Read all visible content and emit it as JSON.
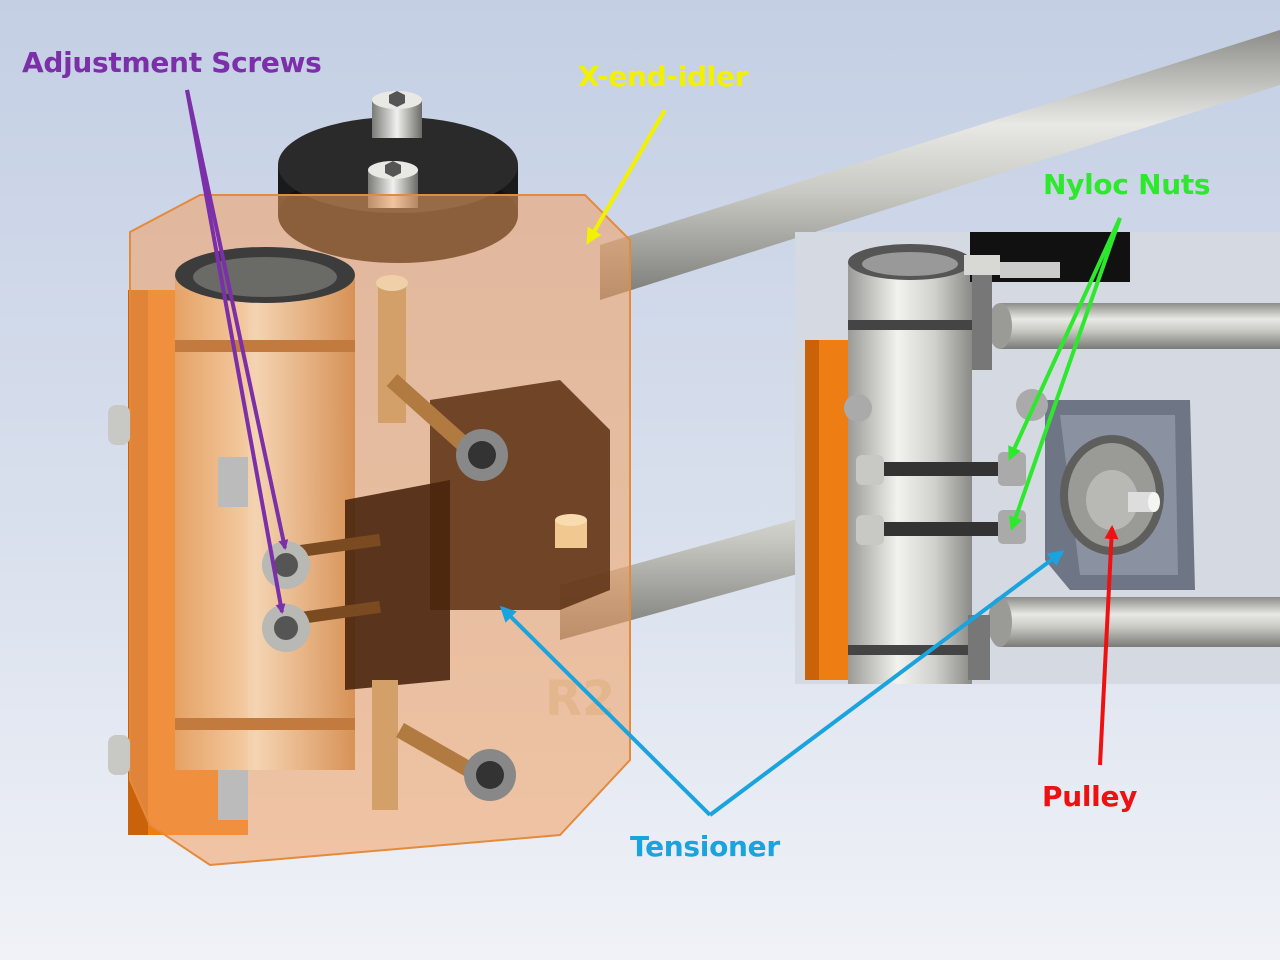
{
  "labels": {
    "adjustment_screws": "Adjustment Screws",
    "x_end_idler": "X-end-idler",
    "nyloc_nuts": "Nyloc Nuts",
    "pulley": "Pulley",
    "tensioner": "Tensioner",
    "part_mark": "R2"
  },
  "colors": {
    "adjustment_screws": "#7b2fa8",
    "x_end_idler": "#f2f200",
    "nyloc_nuts": "#2ee82e",
    "pulley": "#ee1111",
    "tensioner": "#1aa3dd",
    "printed_part": "#f07f10",
    "background_top": "#c9d3e6",
    "background_bottom": "#eef1f6"
  },
  "icons": [
    "adjustment-screw-icon",
    "nyloc-nut-icon",
    "pulley-icon",
    "smooth-rod-icon",
    "bearing-icon",
    "arrow-icon"
  ]
}
